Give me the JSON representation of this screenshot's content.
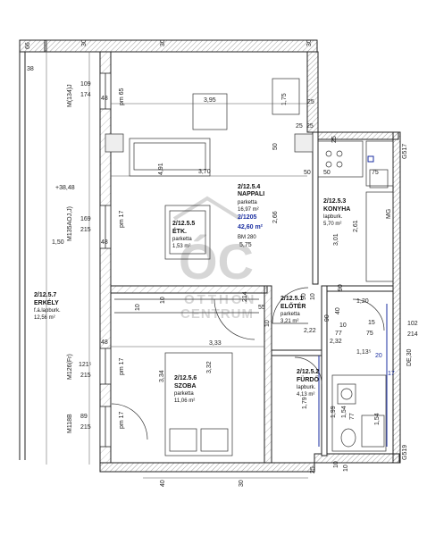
{
  "watermark": {
    "logo": "ÓC",
    "line1": "OTTHON",
    "line2": "CENTRUM"
  },
  "rooms": {
    "nappali": {
      "code": "2/12.5.4",
      "name": "NAPPALI",
      "floor": "parketta",
      "area": "16,97 m²",
      "unit_code": "2/1205",
      "unit_area": "42,60 m²",
      "bm": "BM 280"
    },
    "etk": {
      "code": "2/12.5.5",
      "name": "ÉTK.",
      "floor": "parketta",
      "area": "1,53 m²"
    },
    "konyha": {
      "code": "2/12.5.3",
      "name": "KONYHA",
      "floor": "lapburk.",
      "area": "5,70 m²"
    },
    "eloter": {
      "code": "2/12.5.1",
      "name": "ELŐTÉR",
      "floor": "parketta",
      "area": "3,21 m²"
    },
    "szoba": {
      "code": "2/12.5.6",
      "name": "SZOBA",
      "floor": "parketta",
      "area": "11,06 m²"
    },
    "furdo": {
      "code": "2/12.5.2",
      "name": "FÜRDŐ",
      "floor": "lapburk.",
      "area": "4,13 m²"
    },
    "erkely": {
      "code": "2/12.5.7",
      "name": "ERKÉLY",
      "floor": "f.á.lapburk.",
      "area": "12,56 m²"
    }
  },
  "left_labels": {
    "m134j": "M(134)J",
    "m135aojj": "M135AOJ,J)",
    "m126fr": "M126(Fr)",
    "m118b": "M118B",
    "d109": "109",
    "d174": "174",
    "d169": "169",
    "d215a": "215",
    "d121": "121⁵",
    "d215b": "215",
    "d89": "89",
    "d215c": "215",
    "d66": "66",
    "d38": "38",
    "d150": "1,50",
    "d3848": "+38,48",
    "pm65": "pm 65",
    "pm17a": "pm 17",
    "pm17b": "pm 17",
    "pm17c": "pm 17",
    "d48a": "48",
    "d48b": "48",
    "d48c": "48"
  },
  "dims": {
    "top30a": "30",
    "top30b": "30",
    "top30c": "30",
    "d395": "3,95",
    "d175": "1,75",
    "d25a": "25",
    "d25b": "25",
    "d25c": "25",
    "d50a": "50",
    "d50b": "50",
    "d50c": "50",
    "d491": "4,91",
    "d370": "3,70",
    "d266": "2,66",
    "d575": "5,75",
    "d301": "3,01",
    "d261": "2,61",
    "d75": "75",
    "mg": "MG",
    "d10a": "10",
    "d10b": "10",
    "d214a": "214",
    "d55": "55",
    "d10c": "10",
    "d90": "90",
    "d10d": "10",
    "d90b": "90",
    "d333": "3,33",
    "d334": "3,34",
    "d332": "3,32",
    "d120": "1,20",
    "d222": "2,22",
    "d232": "2,32",
    "d77a": "77",
    "d40": "40",
    "d90c": "90",
    "d10e": "10",
    "d113": "1,13⁵",
    "d102": "102",
    "d214b": "214",
    "de30": "DE,30",
    "d75b": "75",
    "d15": "15",
    "d17": "17",
    "d20": "20",
    "d179": "1,79",
    "d199": "1,99",
    "d154a": "1,54",
    "d154b": "1,54",
    "d77b": "77",
    "d10f": "10",
    "d25d": "25",
    "g517": "G517",
    "g519": "G519",
    "b40": "40",
    "b30": "30",
    "b25": "25",
    "b10": "10"
  }
}
